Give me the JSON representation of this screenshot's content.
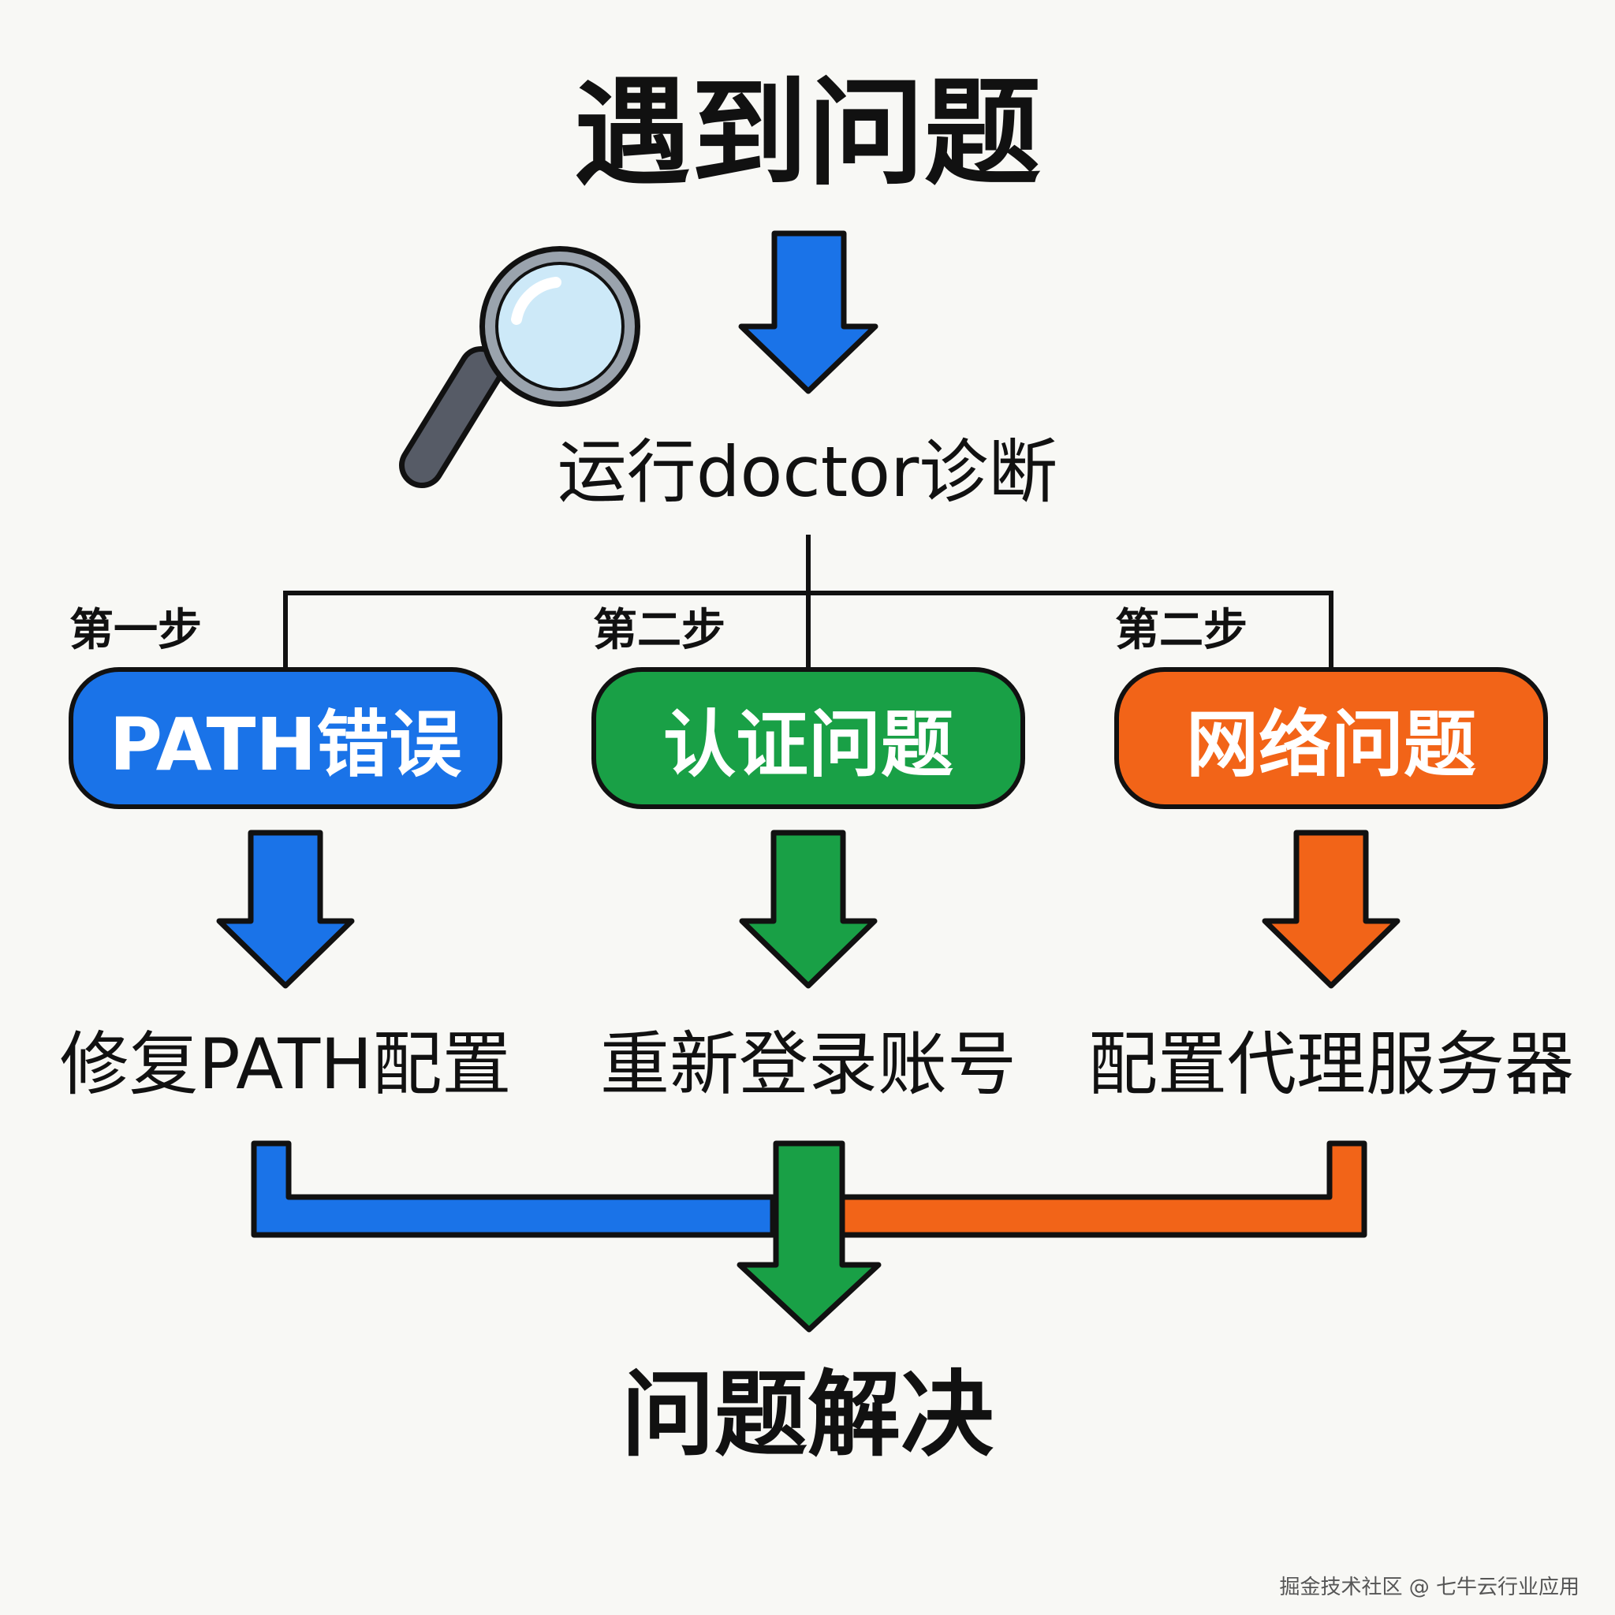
{
  "title": "遇到问题",
  "diagnosis": "运行doctor诊断",
  "branches": [
    {
      "step": "第一步",
      "problem": "PATH错误",
      "action": "修复PATH配置",
      "color": "#1a73e8"
    },
    {
      "step": "第二步",
      "problem": "认证问题",
      "action": "重新登录账号",
      "color": "#19a046"
    },
    {
      "step": "第二步",
      "problem": "网络问题",
      "action": "配置代理服务器",
      "color": "#f26418"
    }
  ],
  "result": "问题解决",
  "watermark": "掘金技术社区 @ 七牛云行业应用",
  "icons": {
    "magnifier": "magnifying-glass-icon"
  },
  "colors": {
    "arrow_top": "#1a73e8",
    "outline": "#111111",
    "lens": "#cde9f8"
  }
}
